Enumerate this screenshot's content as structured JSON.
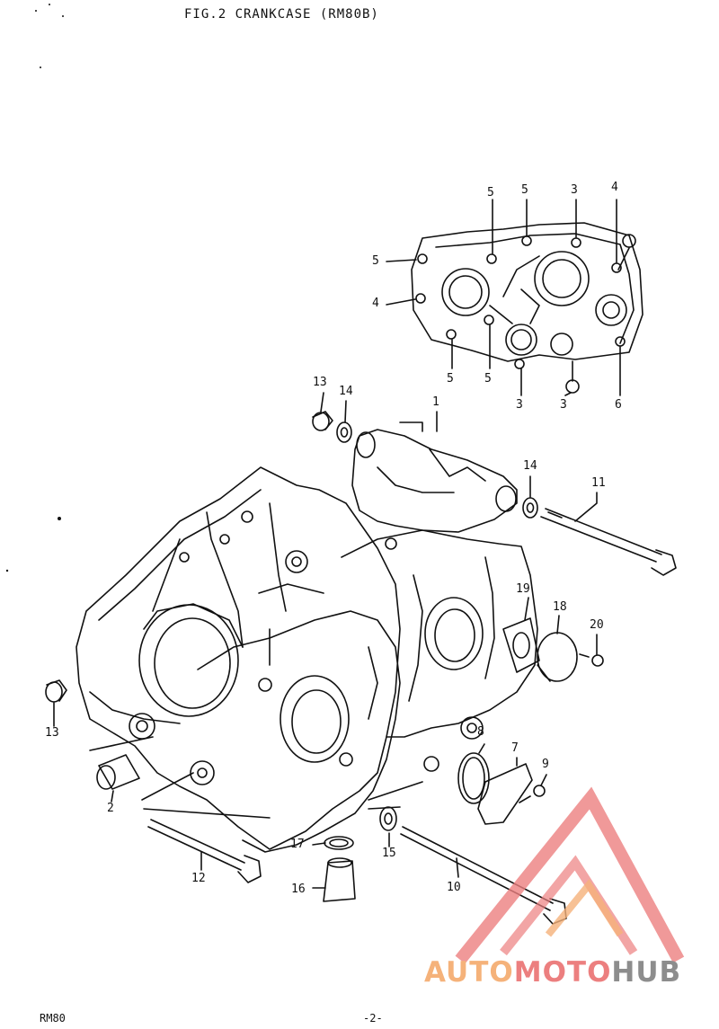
{
  "title": "FIG.2 CRANKCASE (RM80B)",
  "footer": {
    "model": "RM80",
    "page": "-2-"
  },
  "watermark": {
    "part1": "AUTO",
    "part2": "MOTO",
    "part3": "HUB",
    "colors": {
      "orange": "#f5b27a",
      "red": "#ec7f7f",
      "gray": "#8d8d8d"
    }
  },
  "callouts": {
    "c1": "1",
    "c2": "2",
    "c3a": "3",
    "c3b": "3",
    "c3c": "3",
    "c4a": "4",
    "c4b": "4",
    "c5a": "5",
    "c5b": "5",
    "c5c": "5",
    "c5d": "5",
    "c5e": "5",
    "c6": "6",
    "c7": "7",
    "c8": "8",
    "c9": "9",
    "c10": "10",
    "c11": "11",
    "c12": "12",
    "c13a": "13",
    "c13b": "13",
    "c14a": "14",
    "c14b": "14",
    "c15": "15",
    "c16": "16",
    "c17": "17",
    "c18": "18",
    "c19": "19",
    "c20": "20"
  }
}
